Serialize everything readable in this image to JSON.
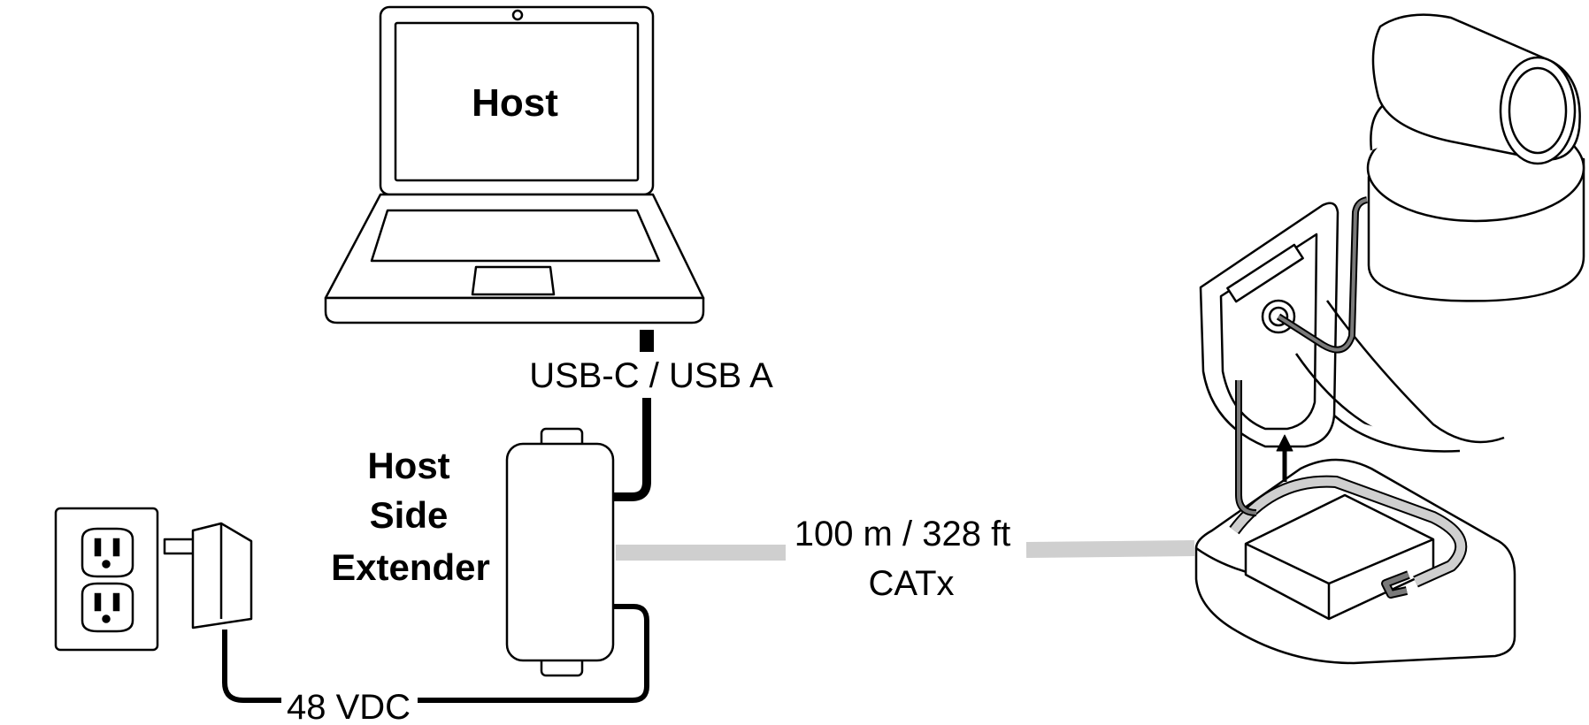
{
  "labels": {
    "host": "Host",
    "usb": "USB-C / USB A",
    "extender_line1": "Host",
    "extender_line2": "Side",
    "extender_line3": "Extender",
    "distance": "100 m / 328 ft",
    "cable_type": "CATx",
    "power": "48 VDC"
  },
  "colors": {
    "line": "#000000",
    "catx_cable": "#cfcfcf",
    "inner_cable": "#7a7a7a",
    "fill": "#ffffff"
  },
  "icons": [
    "laptop-icon",
    "extender-box-icon",
    "outlet-icon",
    "power-adapter-icon",
    "camera-icon",
    "camera-hub-icon",
    "mount-bracket-icon",
    "arrow-up-icon"
  ]
}
